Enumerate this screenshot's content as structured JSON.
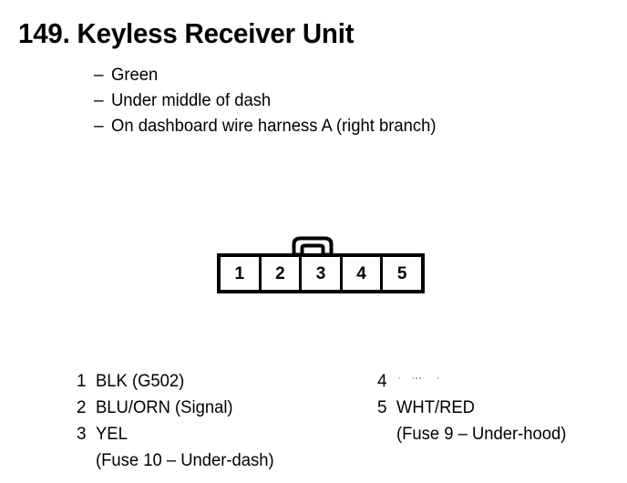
{
  "page": {
    "title": "149. Keyless Receiver Unit",
    "background_color": "#ffffff",
    "ink_color": "#000000"
  },
  "description": {
    "dash": "–",
    "items": [
      "Green",
      "Under middle of dash",
      "On dashboard wire harness A (right branch)"
    ]
  },
  "connector": {
    "pin_count": 5,
    "pins": [
      {
        "number": "1"
      },
      {
        "number": "2"
      },
      {
        "number": "3"
      },
      {
        "number": "4"
      },
      {
        "number": "5"
      }
    ],
    "locking_tab": "locking-tab"
  },
  "legend": {
    "left_column": [
      {
        "number": "1",
        "label": "BLK (G502)",
        "sub": ""
      },
      {
        "number": "2",
        "label": "BLU/ORN (Signal)",
        "sub": ""
      },
      {
        "number": "3",
        "label": "YEL",
        "sub": "(Fuse 10 – Under-dash)"
      }
    ],
    "right_column": [
      {
        "number": "4",
        "label": "",
        "sub": ""
      },
      {
        "number": "5",
        "label": "WHT/RED",
        "sub": "(Fuse 9 – Under-hood)"
      }
    ]
  }
}
